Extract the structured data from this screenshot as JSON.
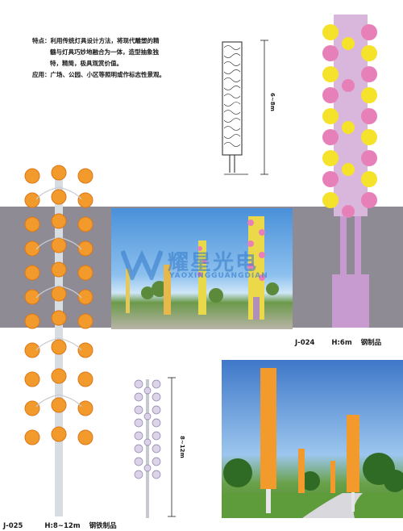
{
  "description": {
    "feature_label": "特点：",
    "feature_line1": "利用传统灯具设计方法，将现代雕塑的精",
    "feature_line2": "髓与灯具巧妙地融合为一体，造型抽象独",
    "feature_line3": "特，精简，极具观赏价值。",
    "application_label": "应用：",
    "application_text": "广场、公园、小区等照明或作标志性景观。"
  },
  "products": [
    {
      "code": "J-024",
      "height": "H:6m",
      "material": "钢制品",
      "dimension": "6~8m"
    },
    {
      "code": "J-025",
      "height": "H:8~12m",
      "material": "钢铁制品",
      "dimension": "8~12m"
    }
  ],
  "watermark": {
    "brand_cn": "耀星光电",
    "brand_en": "YAOXINGGUANGDIAN"
  },
  "colors": {
    "band": "#8e8b95",
    "pillar_yellow": "#f4e32a",
    "pillar_pink": "#e77fb8",
    "pillar_orange": "#f39a2d"
  }
}
